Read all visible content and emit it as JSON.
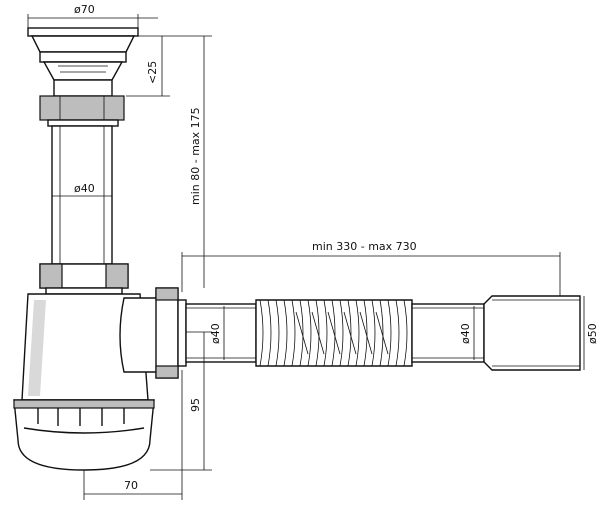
{
  "dimensions": {
    "grate_diameter": "ø70",
    "grate_height": "<25",
    "vertical_range": "min 80 - max 175",
    "pipe_diameter": "ø40",
    "flex_range": "min 330 - max 730",
    "outlet_diameter_1": "ø40",
    "outlet_diameter_2": "ø40",
    "outlet_diameter_3": "ø50",
    "trap_height": "95",
    "trap_offset": "70"
  }
}
